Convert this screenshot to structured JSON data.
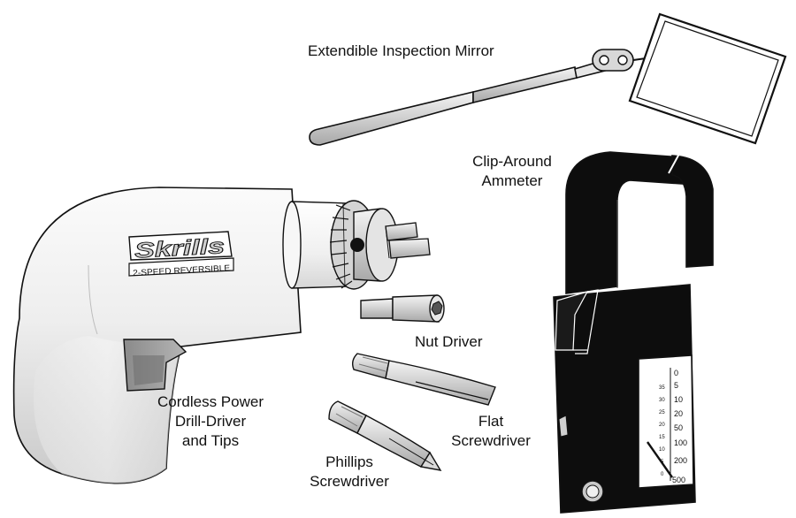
{
  "labels": {
    "mirror": "Extendible Inspection Mirror",
    "ammeter_line1": "Clip-Around",
    "ammeter_line2": "Ammeter",
    "nut_driver": "Nut Driver",
    "flat_line1": "Flat",
    "flat_line2": "Screwdriver",
    "phillips_line1": "Phillips",
    "phillips_line2": "Screwdriver",
    "drill_line1": "Cordless Power",
    "drill_line2": "Drill-Driver",
    "drill_line3": "and Tips"
  },
  "drill_badge": {
    "brand": "Skrills",
    "subtitle": "2-SPEED REVERSIBLE"
  },
  "ammeter_scale": {
    "outer": [
      "0",
      "5",
      "10",
      "20",
      "50",
      "100",
      "200",
      "500"
    ],
    "inner": [
      "35",
      "30",
      "25",
      "20",
      "15",
      "10",
      "5",
      "0"
    ]
  }
}
